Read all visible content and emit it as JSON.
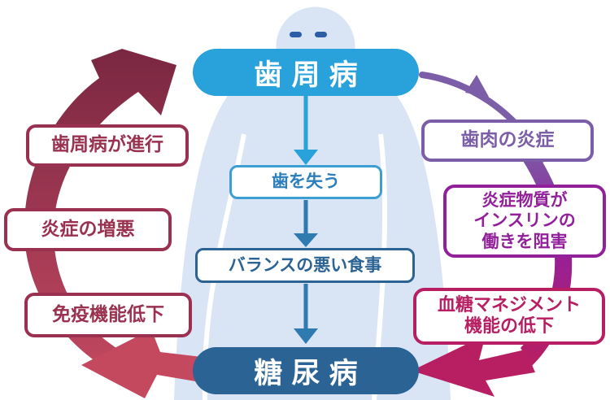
{
  "nodes": {
    "top": {
      "label": "歯周病",
      "bg": "#29A2DB",
      "text_color": "#FFFFFF"
    },
    "bottom": {
      "label": "糖尿病",
      "bg": "#2B6394",
      "text_color": "#FFFFFF"
    }
  },
  "center_flow": {
    "steps": [
      {
        "label": "歯を失う",
        "border": "#3C9FD4",
        "color": "#2C7FBC"
      },
      {
        "label": "バランスの悪い食事",
        "border": "#2B6394",
        "color": "#2B6394"
      }
    ],
    "arrow_color_first": "#29A2DB",
    "arrow_color_rest": "#2F7AB0"
  },
  "left_cycle": {
    "box_color": "#9A3150",
    "arc_color_top": "#7A2742",
    "arc_color_bottom": "#C44A62",
    "items": [
      {
        "label": "歯周病が進行"
      },
      {
        "label": "炎症の増悪"
      },
      {
        "label": "免疫機能低下"
      }
    ]
  },
  "right_cycle": {
    "arc_color_top": "#7B5EA7",
    "arc_color_mid": "#93209B",
    "arc_color_bottom": "#B81E62",
    "items": [
      {
        "color": "#7B5EA7",
        "lines": [
          "歯肉の炎症"
        ]
      },
      {
        "color": "#93209B",
        "lines": [
          "炎症物質が",
          "インスリンの",
          "働きを阻害"
        ]
      },
      {
        "color": "#B81E62",
        "lines": [
          "血糖マネジメント",
          "機能の低下"
        ]
      }
    ]
  },
  "figure": {
    "body_color": "#D9E4F5",
    "eye_color": "#2B5EA7"
  }
}
